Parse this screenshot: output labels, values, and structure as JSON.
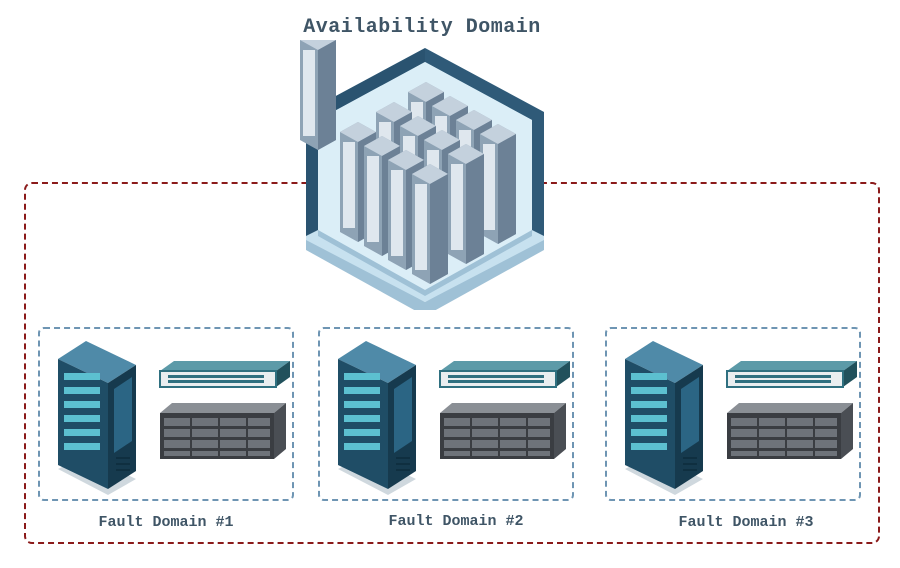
{
  "title": "Availability Domain",
  "fault_domains": [
    {
      "label": "Fault Domain #1"
    },
    {
      "label": "Fault Domain #2"
    },
    {
      "label": "Fault Domain #3"
    }
  ],
  "colors": {
    "title": "#3f5566",
    "outer_border": "#8b1a1a",
    "fault_border": "#6e95b3",
    "datacenter_walls": "#2f5a78",
    "datacenter_floor": "#b9d6e6",
    "server_tower": "#1f4d66",
    "switch": "#2f7080",
    "storage": "#3a3d42"
  }
}
